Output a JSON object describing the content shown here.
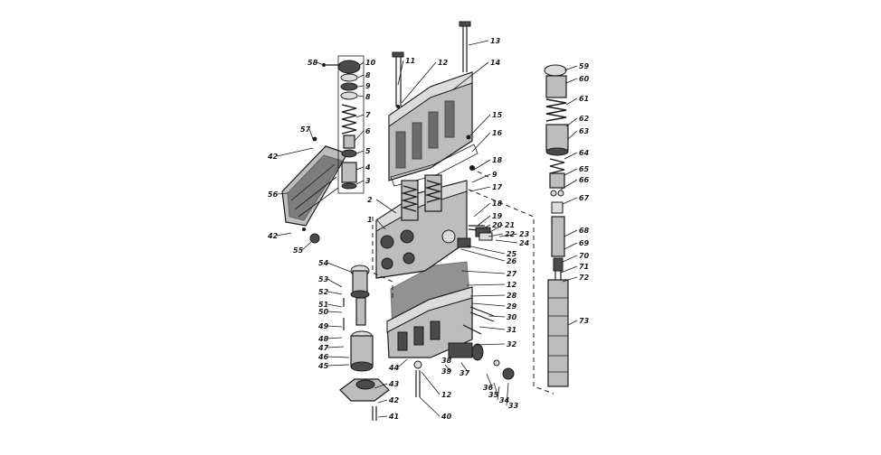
{
  "diagram": {
    "labels": [
      "58",
      "10",
      "8",
      "9",
      "8",
      "7",
      "6",
      "5",
      "4",
      "3",
      "57",
      "42",
      "56",
      "11",
      "12",
      "14",
      "13",
      "15",
      "16",
      "18",
      "9",
      "17",
      "18",
      "19",
      "20",
      "21",
      "22",
      "23",
      "24",
      "25",
      "26",
      "27",
      "12",
      "28",
      "29",
      "30",
      "31",
      "32",
      "2",
      "1",
      "42",
      "55",
      "54",
      "53",
      "52",
      "51",
      "50",
      "49",
      "48",
      "47",
      "46",
      "45",
      "44",
      "38",
      "39",
      "37",
      "36",
      "35",
      "34",
      "33",
      "43",
      "42",
      "41",
      "12",
      "40",
      "59",
      "60",
      "61",
      "62",
      "63",
      "64",
      "65",
      "66",
      "67",
      "68",
      "69",
      "70",
      "71",
      "72",
      "73"
    ]
  }
}
